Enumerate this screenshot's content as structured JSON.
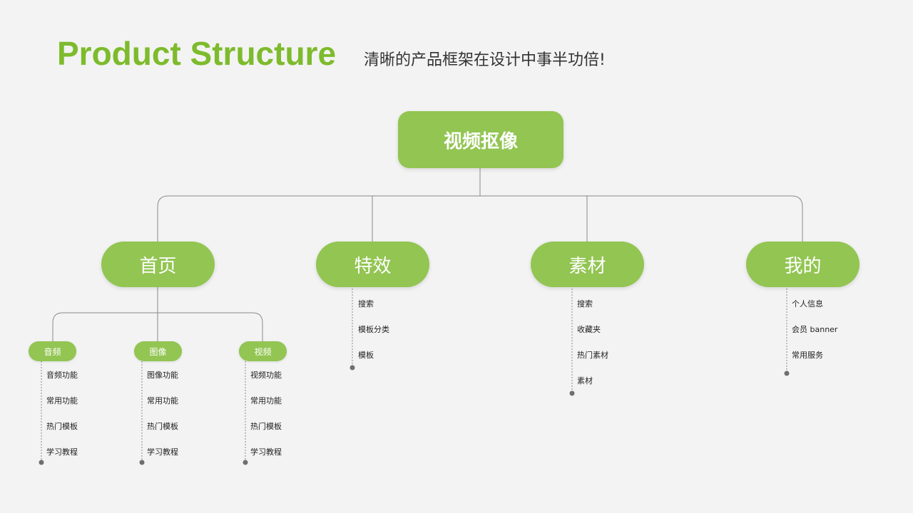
{
  "header": {
    "title": "Product Structure",
    "subtitle": "清晰的产品框架在设计中事半功倍!"
  },
  "root": {
    "label": "视频抠像"
  },
  "sections": [
    {
      "label": "首页"
    },
    {
      "label": "特效",
      "items": [
        "搜索",
        "模板分类",
        "模板"
      ]
    },
    {
      "label": "素材",
      "items": [
        "搜索",
        "收藏夹",
        "热门素材",
        "素材"
      ]
    },
    {
      "label": "我的",
      "items": [
        "个人信息",
        "会员 banner",
        "常用服务"
      ]
    }
  ],
  "home_children": [
    {
      "label": "音频",
      "items": [
        "音频功能",
        "常用功能",
        "热门模板",
        "学习教程"
      ]
    },
    {
      "label": "图像",
      "items": [
        "图像功能",
        "常用功能",
        "热门模板",
        "学习教程"
      ]
    },
    {
      "label": "视频",
      "items": [
        "视频功能",
        "常用功能",
        "热门模板",
        "学习教程"
      ]
    }
  ],
  "colors": {
    "accent": "#7dbb2c",
    "node_fill": "#92c552",
    "background": "#f3f3f3"
  }
}
